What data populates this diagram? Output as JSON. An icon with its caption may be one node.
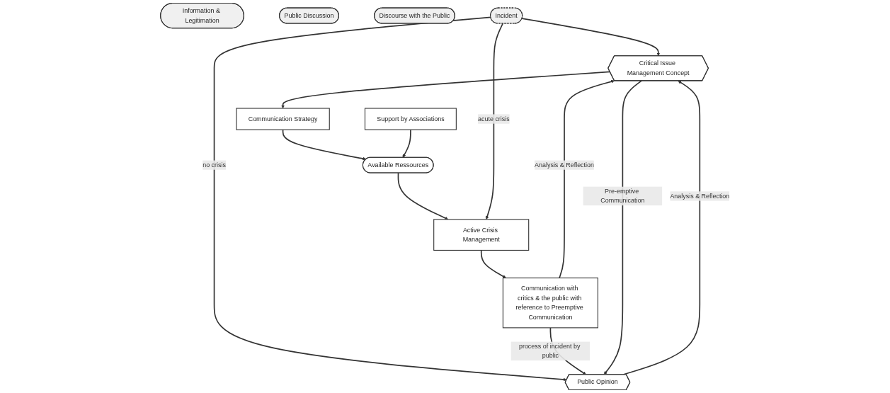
{
  "diagram": {
    "nodes": [
      {
        "text": [
          "Critical Issue Management Concept"
        ]
      },
      {
        "text": [
          "Communication Strategy"
        ]
      },
      {
        "text": [
          "Available Ressources"
        ]
      },
      {
        "text": [
          "Support by Associations"
        ]
      },
      {
        "text": [
          "Active Crisis Management"
        ]
      },
      {
        "text": [
          "Communication with critics & the public with reference to Preemptive Communication"
        ]
      },
      {
        "text": [
          "Information & Legitimation"
        ]
      },
      {
        "text": [
          "Public Discussion"
        ]
      },
      {
        "text": [
          "Discourse with the Public"
        ]
      },
      {
        "text": [
          "Incident"
        ]
      },
      {
        "text": [
          "Public Opinion"
        ]
      }
    ],
    "edges": [
      {
        "from": 0,
        "to": 1,
        "arrow": "to"
      },
      {
        "from": 1,
        "to": 2,
        "arrow": "to"
      },
      {
        "from": 3,
        "to": 2,
        "arrow": "to"
      },
      {
        "from": 2,
        "to": 4,
        "arrow": "to"
      },
      {
        "from": 4,
        "to": 5,
        "arrow": "to"
      },
      {
        "from": 9,
        "to": 4,
        "label": "acute crisis",
        "arrow": "to"
      },
      {
        "from": 9,
        "to": 10,
        "label": "no crisis",
        "arrow": "to"
      },
      {
        "from": 9,
        "to": 0,
        "arrow": "to"
      },
      {
        "from": 5,
        "to": 10,
        "label": "process of incident by public",
        "arrow": "to"
      },
      {
        "from": 5,
        "to": 0,
        "label": "Analysis & Reflection",
        "arrow": "to"
      },
      {
        "from": 10,
        "to": 0,
        "label": "Analysis & Reflection",
        "arrow": "to"
      },
      {
        "from": 0,
        "to": 10,
        "label": "Pre-emptive Communication",
        "arrow": "to"
      }
    ]
  }
}
